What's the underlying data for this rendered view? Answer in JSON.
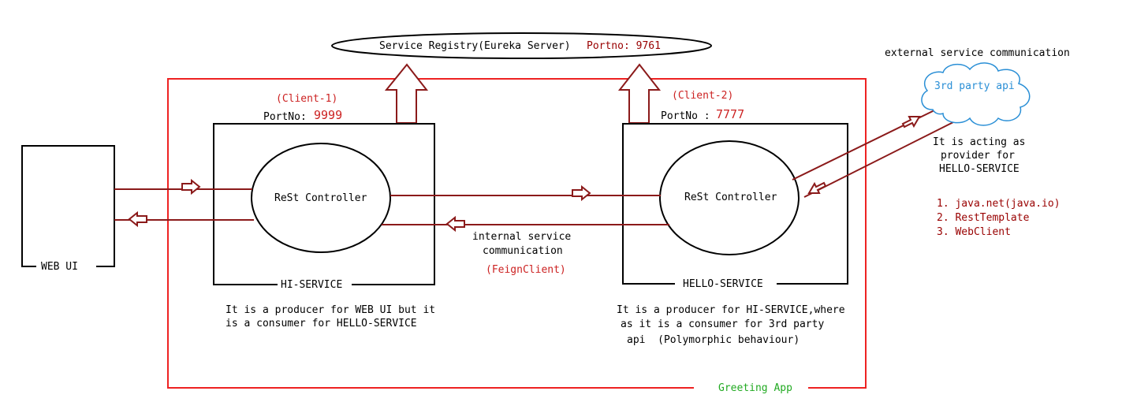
{
  "registry": {
    "label": "Service Registry(Eureka Server)",
    "port_label": "Portno: 9761"
  },
  "external": {
    "title": "external service communication",
    "cloud_label": "3rd party api"
  },
  "provider_note": [
    "It is acting as",
    "provider for",
    "HELLO-SERVICE"
  ],
  "clients_list": [
    "1. java.net(java.io)",
    "2. RestTemplate",
    "3. WebClient"
  ],
  "client1": {
    "tag": "(Client-1)",
    "port_prefix": "PortNo:",
    "port_value": "9999",
    "controller": "ReSt Controller",
    "service_name": "HI-SERVICE",
    "description": [
      "It is a producer for WEB UI but it",
      "is a consumer for HELLO-SERVICE"
    ]
  },
  "client2": {
    "tag": "(Client-2)",
    "port_prefix": "PortNo :",
    "port_value": "7777",
    "controller": "ReSt Controller",
    "service_name": "HELLO-SERVICE",
    "description": [
      "It is a producer for HI-SERVICE,where",
      "as it is a consumer for 3rd party",
      "api  (Polymorphic behaviour)"
    ]
  },
  "web_ui": {
    "label": "WEB UI"
  },
  "internal": {
    "line1": "internal service",
    "line2": "communication",
    "feign": "(FeignClient)"
  },
  "app": {
    "label": "Greeting App"
  },
  "colors": {
    "arrow": "#8b1a1a",
    "frame": "#ee2222",
    "cloud": "#2a8fd6",
    "app_label": "#22aa22"
  }
}
